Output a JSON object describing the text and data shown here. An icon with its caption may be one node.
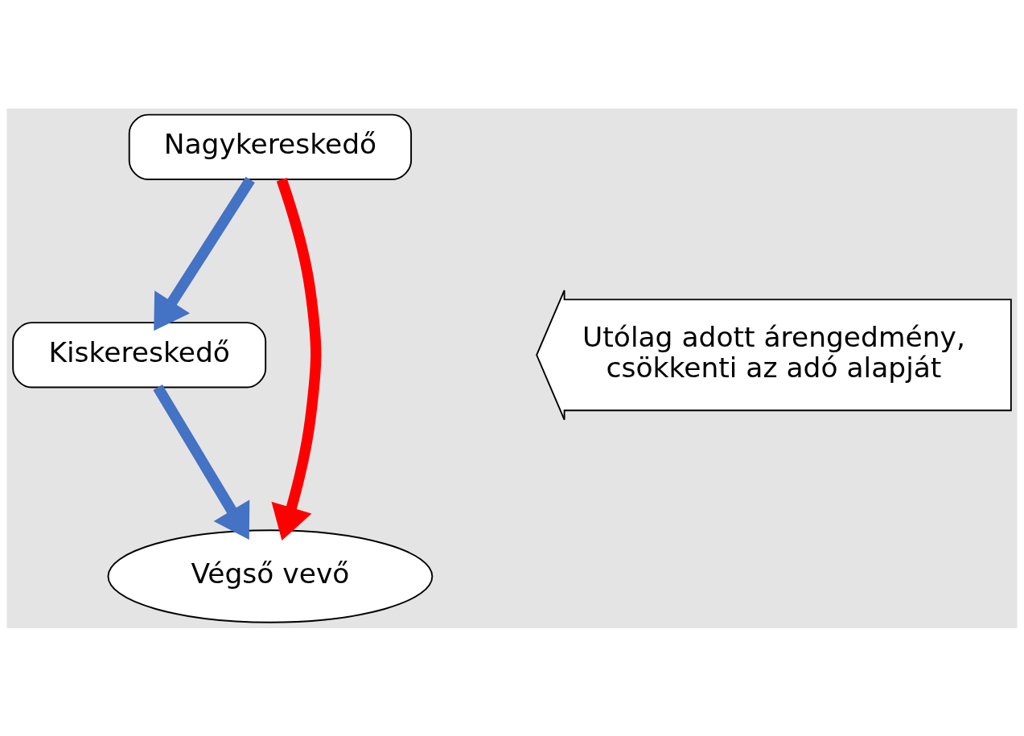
{
  "diagram": {
    "nodes": [
      {
        "text": [
          "Nagykereskedő"
        ]
      },
      {
        "text": [
          "Kiskereskedő"
        ]
      },
      {
        "text": [
          "Végső vevő"
        ]
      },
      {
        "text": [
          "Utólag adott árengedmény, csökkenti az adó alapját"
        ]
      }
    ],
    "edges": [
      {
        "from": 0,
        "to": 1,
        "arrow": "to"
      },
      {
        "from": 1,
        "to": 2,
        "arrow": "to"
      },
      {
        "from": 0,
        "to": 2,
        "arrow": "to",
        "color": "#ff0000"
      }
    ]
  }
}
